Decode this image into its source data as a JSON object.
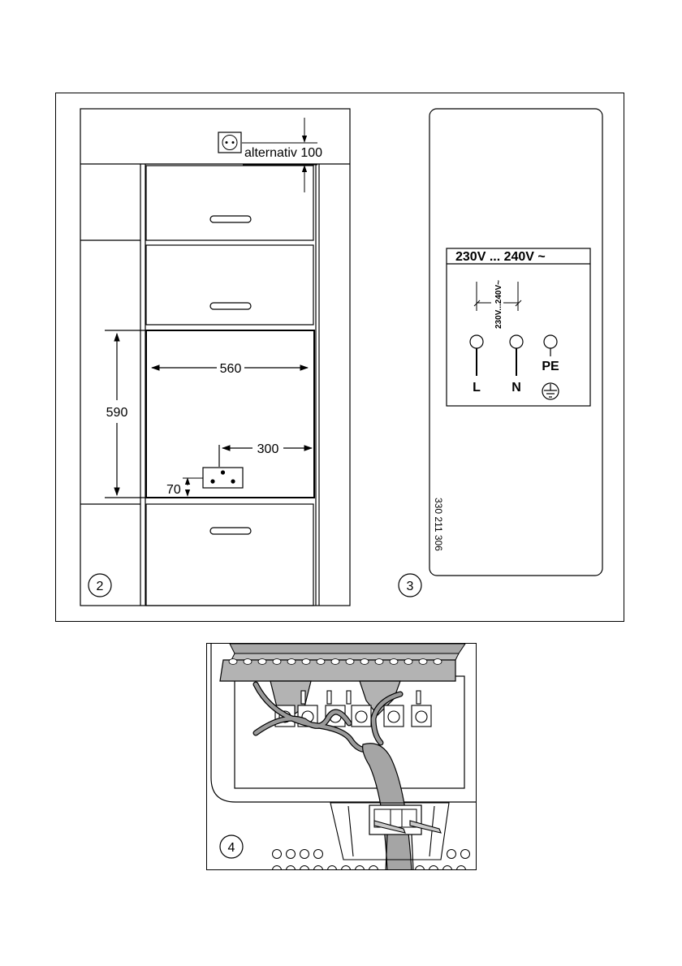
{
  "figure2": {
    "number": "2",
    "socket_label": "alternativ 100",
    "width_mm": "560",
    "height_mm": "590",
    "socket_offset_mm": "300",
    "socket_height_mm": "70"
  },
  "figure3": {
    "number": "3",
    "voltage_heading": "230V ... 240V ~",
    "voltage_small": "230V...240V~",
    "terminals": [
      "L",
      "N",
      "PE"
    ],
    "part_number": "330 211 306"
  },
  "figure4": {
    "number": "4"
  }
}
